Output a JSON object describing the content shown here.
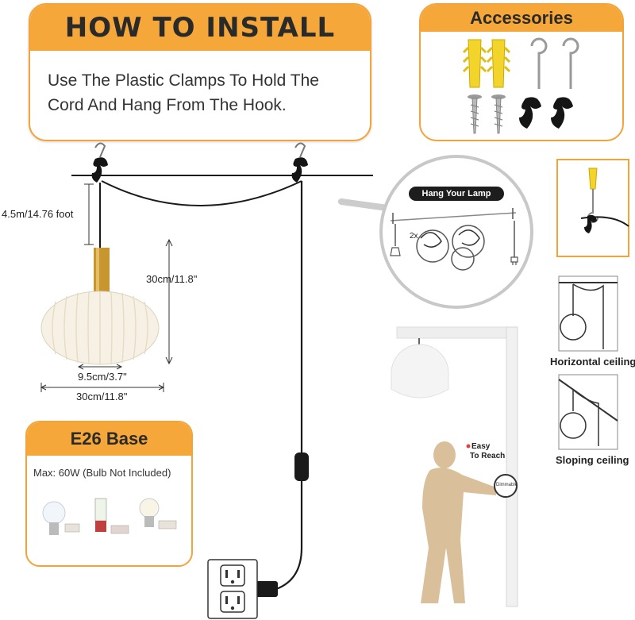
{
  "install": {
    "title": "HOW TO INSTALL",
    "text": "Use The Plastic Clamps To Hold The Cord And Hang From The Hook."
  },
  "accessories": {
    "title": "Accessories"
  },
  "dimensions": {
    "cord_length": "4.5m/14.76 foot",
    "shade_height": "30cm/11.8\"",
    "bottom_opening": "9.5cm/3.7\"",
    "shade_width": "30cm/11.8\""
  },
  "bubble": {
    "title": "Hang Your Lamp",
    "count": "2x"
  },
  "ceilings": {
    "horizontal": "Horizontal ceiling",
    "sloping": "Sloping ceiling"
  },
  "switch": {
    "line1": "Easy",
    "line2": "To Reach",
    "badge": "Dimmable"
  },
  "base": {
    "title": "E26 Base",
    "subtitle": "Max: 60W (Bulb Not Included)"
  },
  "colors": {
    "accent": "#f6a73a",
    "cord": "#1a1a1a",
    "brass": "#c7962f",
    "person": "#d9c09a"
  }
}
